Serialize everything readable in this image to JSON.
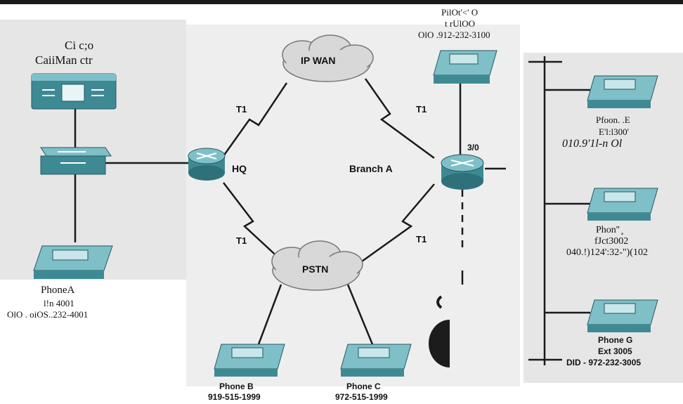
{
  "labels": {
    "callmanager_title_1": "Ci c;o",
    "callmanager_title_2": "CaiiMan ctr",
    "ip_wan": "IP WAN",
    "pstn": "PSTN",
    "hq": "HQ",
    "branch_a": "Branch A",
    "t1": "T1",
    "port_3_0": "3/0"
  },
  "phone_a": {
    "name": "PhoneA",
    "ext": "l!n 4001",
    "did": "OlO . oiOS..232-4001"
  },
  "phone_b": {
    "name": "Phone B",
    "number": "919-515-1999"
  },
  "phone_c": {
    "name": "Phone C",
    "number": "972-515-1999"
  },
  "phone_d": {
    "name": "PilOt'<' O",
    "ext": "t rUlOO",
    "did": "OlO .912-232-3100"
  },
  "phone_e": {
    "name": "Pfoon. .E",
    "ext": "E'l:l300'",
    "did": "010.9'1l-n  Ol"
  },
  "phone_f": {
    "name": "Phon'' ̧",
    "ext": "fJct3002",
    "did": "040.!)124':32-\")(102"
  },
  "phone_g": {
    "name": "Phone G",
    "ext": "Ext 3005",
    "did": "DID - 972-232-3005"
  },
  "colors": {
    "device": "#3e8a94",
    "device_light": "#7fc0c8",
    "cloud": "#d8d8d8",
    "link": "#1a1a1a",
    "panel": "#e6e6e6"
  }
}
